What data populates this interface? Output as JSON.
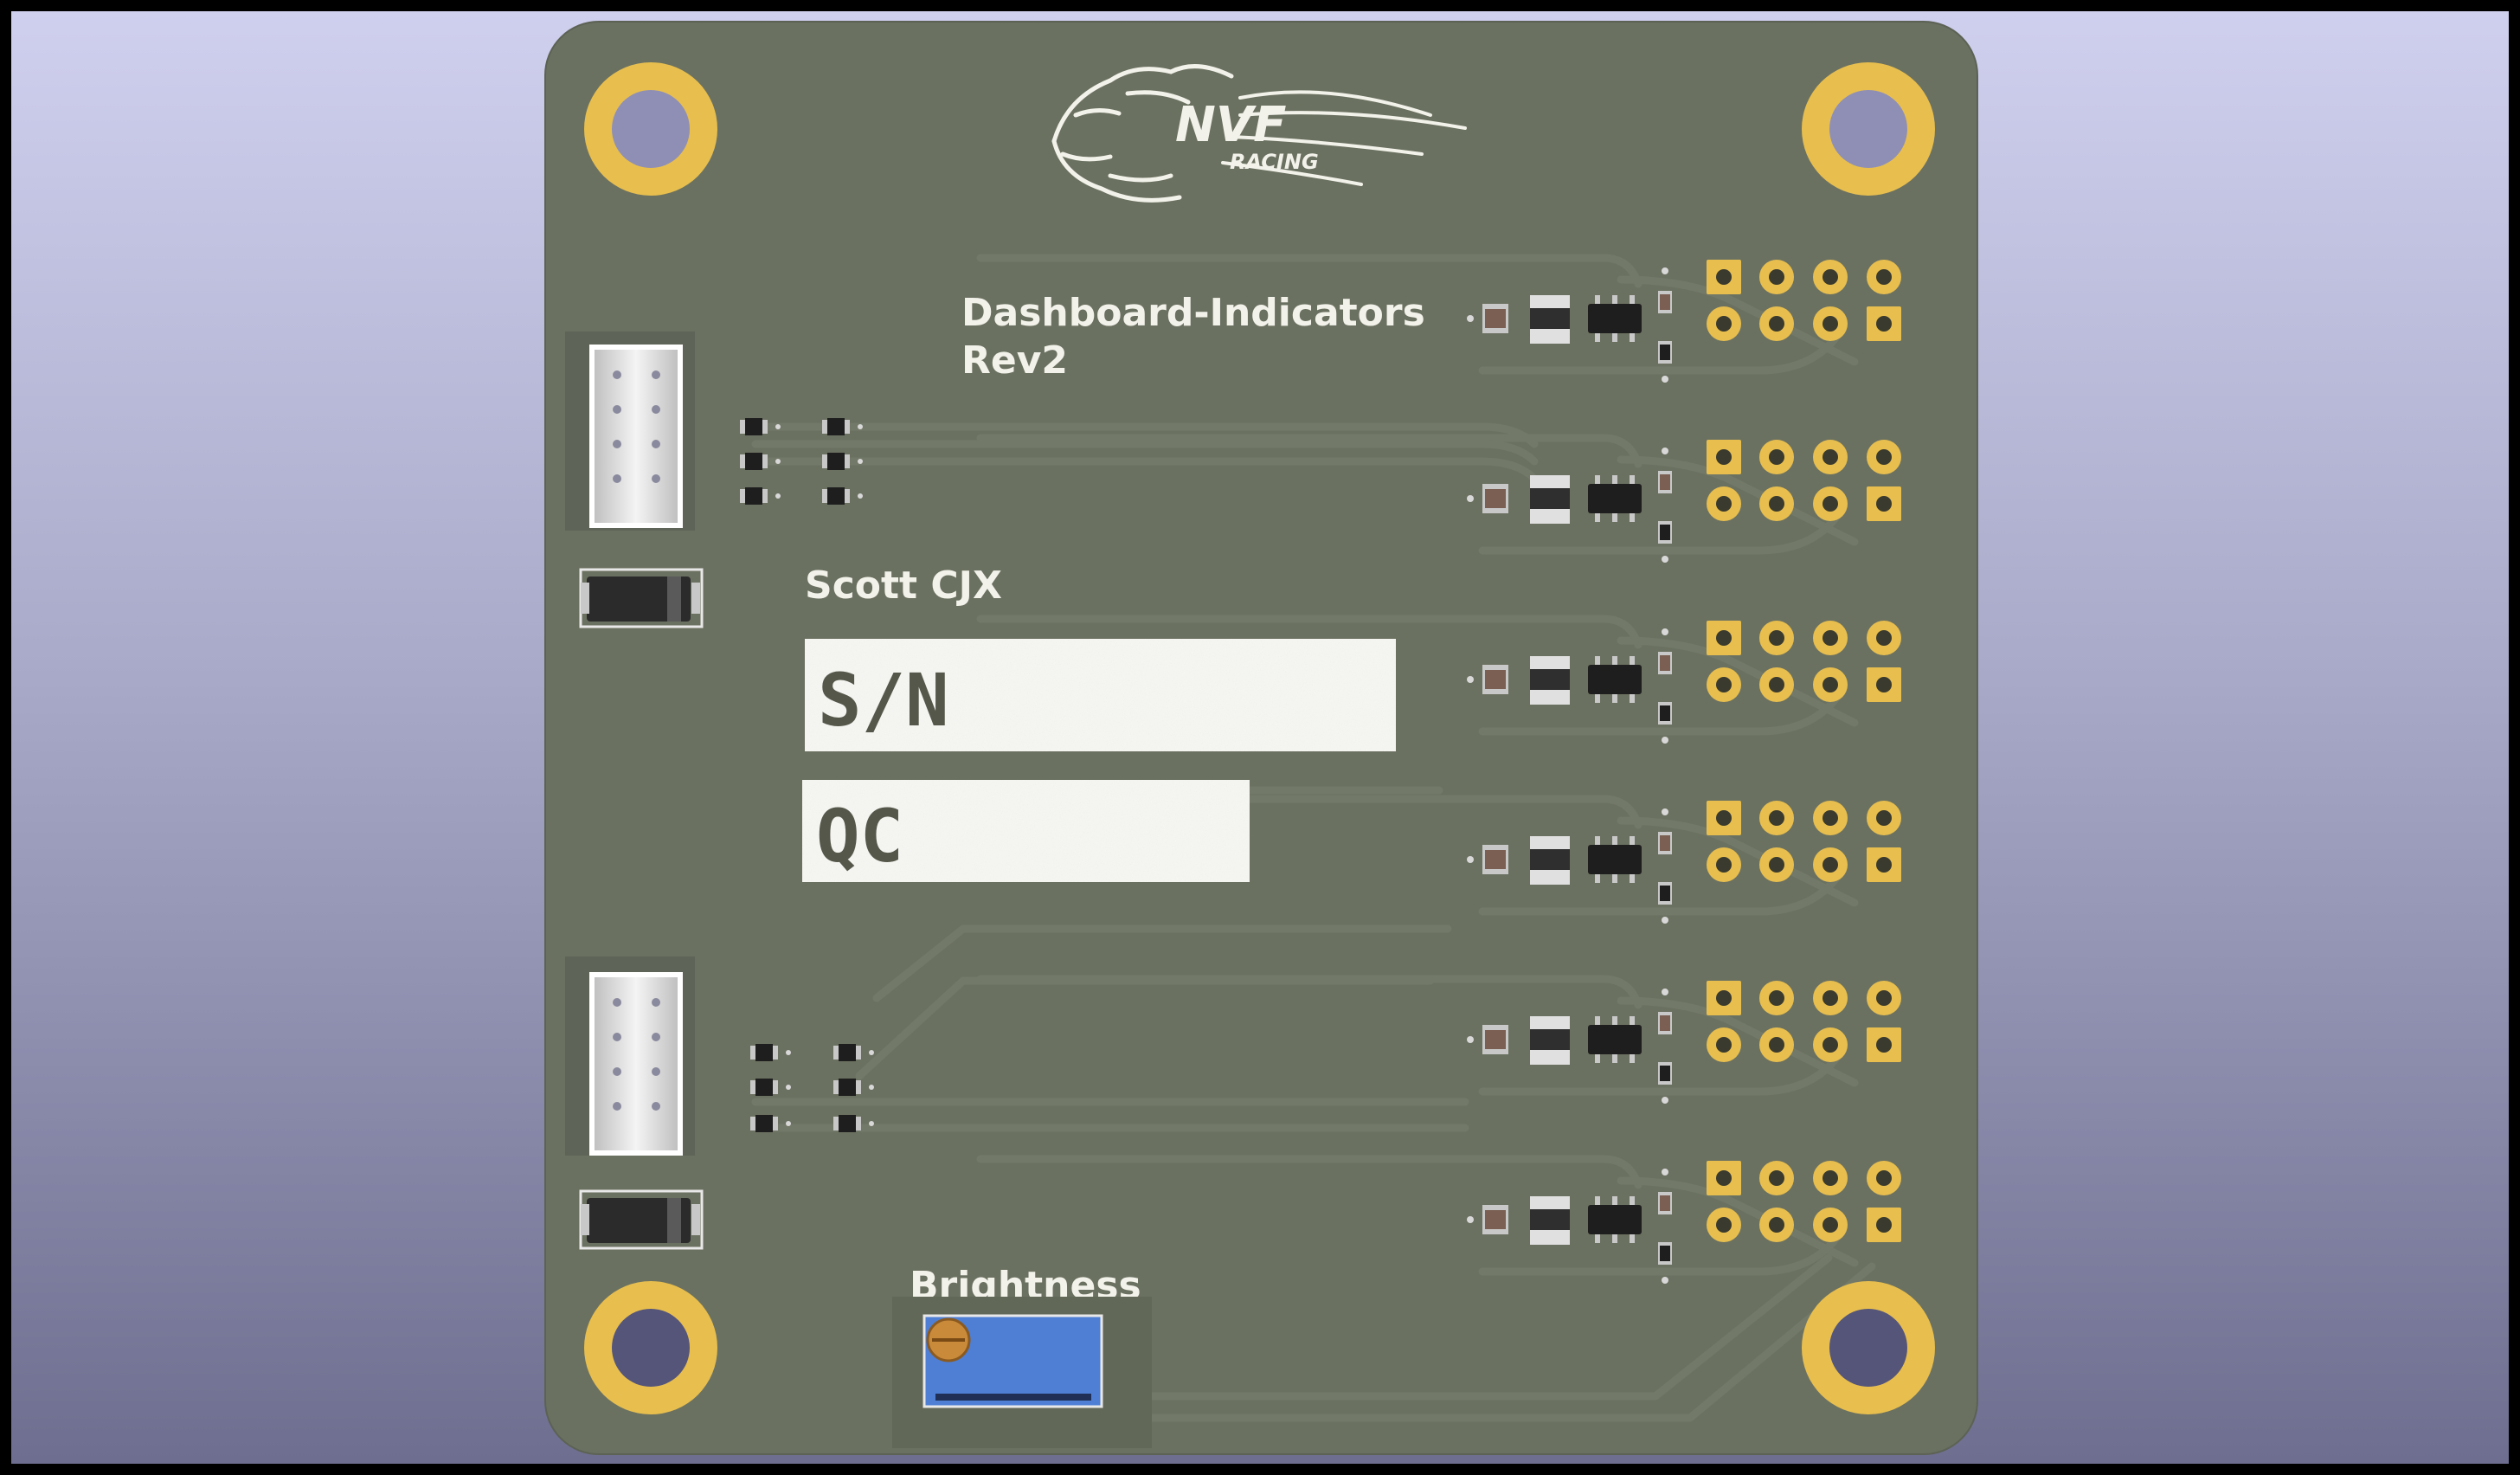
{
  "board": {
    "logo_primary": "NVF",
    "logo_secondary": "RACING",
    "title": "Dashboard-Indicators",
    "revision": "Rev2",
    "designer": "Scott CJX",
    "serial_label": "S/N",
    "qc_label": "QC",
    "pot_label": "Brightness",
    "indicator_channels": 6,
    "colors": {
      "background_top": "#cfcfee",
      "background_bottom": "#6e6e90",
      "soldermask": "#6b7161",
      "trace": "#747a6a",
      "pad_gold": "#e8bf4e",
      "silkscreen": "#f2f2ea",
      "pot_body": "#4e7fd4"
    },
    "icons": {
      "logo": "lion-head-icon",
      "mounting_hole": "mounting-hole-icon",
      "connector": "box-header-icon",
      "diode": "diode-icon",
      "potentiometer": "trimmer-pot-icon"
    }
  }
}
